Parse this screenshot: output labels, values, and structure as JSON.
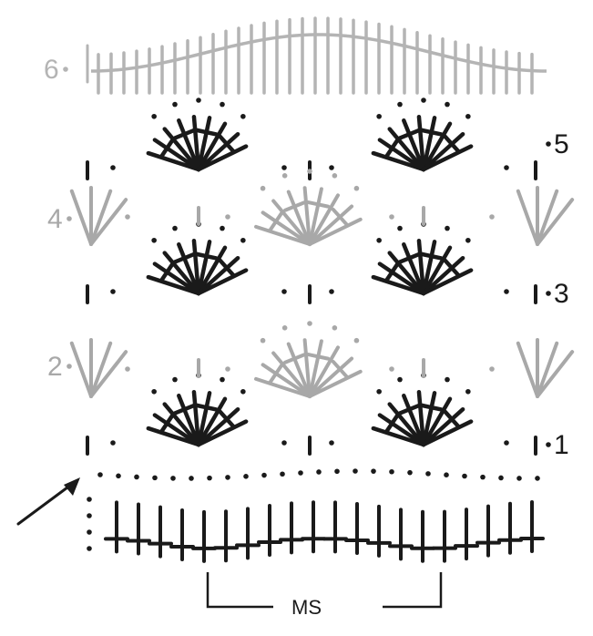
{
  "diagram": {
    "rows": [
      {
        "number": "1",
        "side": "right",
        "color": "#1a1a1a"
      },
      {
        "number": "2",
        "side": "left",
        "color": "#a8a8a8"
      },
      {
        "number": "3",
        "side": "right",
        "color": "#1a1a1a"
      },
      {
        "number": "4",
        "side": "left",
        "color": "#a8a8a8"
      },
      {
        "number": "5",
        "side": "right",
        "color": "#1a1a1a"
      },
      {
        "number": "6",
        "side": "left",
        "color": "#b4b4b4"
      }
    ],
    "repeat_label": "MS",
    "dark_color": "#1a1a1a",
    "light_color": "#a8a8a8",
    "lighter_color": "#b4b4b4",
    "arrow_icon": "start-arrow-icon"
  }
}
